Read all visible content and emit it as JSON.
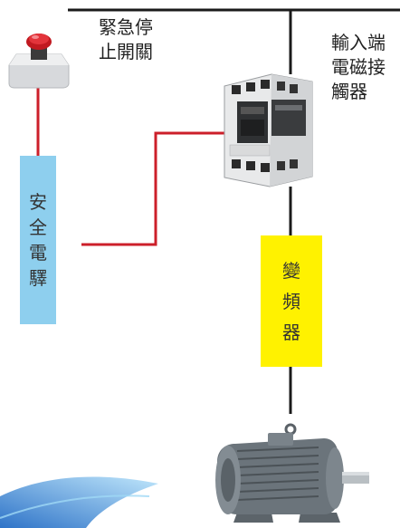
{
  "labels": {
    "emergency_stop": [
      "緊急停",
      "止開關"
    ],
    "input_contactor": [
      "輸入端",
      "電磁接",
      "觸器"
    ],
    "safety_relay": [
      "安",
      "全",
      "電",
      "驛"
    ],
    "inverter": [
      "變",
      "頻",
      "器"
    ]
  },
  "colors": {
    "safety_relay_box": "#8ecfee",
    "inverter_box": "#fff200",
    "red_wire": "#cc1f2a",
    "black_wire": "#1a1a1a",
    "swoosh": "#3f8fd6"
  },
  "icons": {
    "emergency_stop": "emergency-stop-button-icon",
    "contactor": "magnetic-contactor-icon",
    "motor": "electric-motor-icon"
  }
}
